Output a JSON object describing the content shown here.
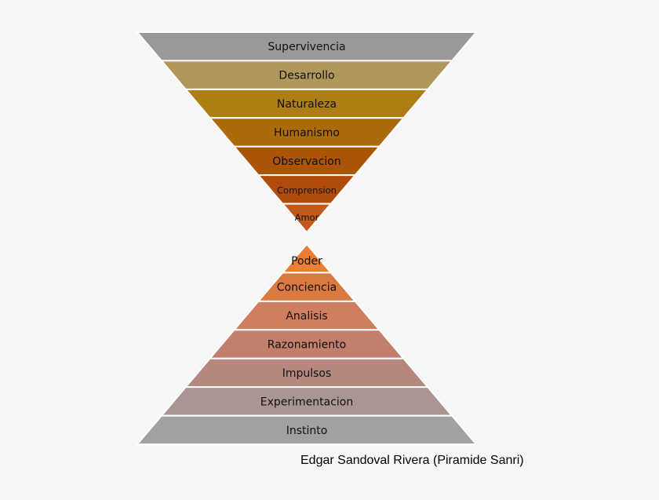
{
  "top_pyramid": {
    "levels": [
      {
        "label": "Supervivencia",
        "color": "#999999"
      },
      {
        "label": "Desarrollo",
        "color": "#b1975b"
      },
      {
        "label": "Naturaleza",
        "color": "#ad7e14"
      },
      {
        "label": "Humanismo",
        "color": "#ac6b0b"
      },
      {
        "label": "Observacion",
        "color": "#aa5406"
      },
      {
        "label": "Comprension",
        "color": "#b14b0b"
      },
      {
        "label": "Amor",
        "color": "#c25a1e"
      }
    ]
  },
  "bottom_pyramid": {
    "levels": [
      {
        "label": "Poder",
        "color": "#ea7e35"
      },
      {
        "label": "Conciencia",
        "color": "#da7a42"
      },
      {
        "label": "Analisis",
        "color": "#cf7f60"
      },
      {
        "label": "Razonamiento",
        "color": "#c27f6c"
      },
      {
        "label": "Impulsos",
        "color": "#b5877e"
      },
      {
        "label": "Experimentacion",
        "color": "#ab9592"
      },
      {
        "label": "Instinto",
        "color": "#a1a1a1"
      }
    ]
  },
  "caption": "Edgar Sandoval Rivera (Piramide Sanri)"
}
